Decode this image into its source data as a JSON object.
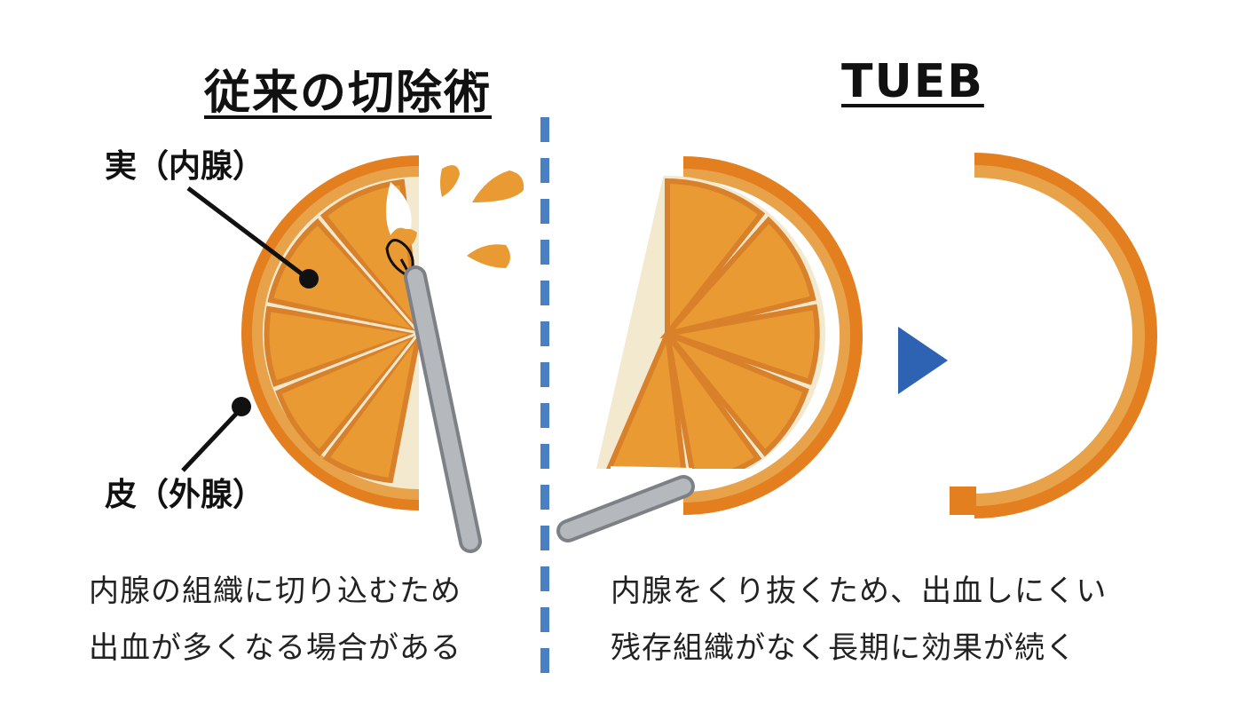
{
  "headings": {
    "left": "従来の切除術",
    "right": "TUEB"
  },
  "labels": {
    "inner": "実（内腺）",
    "outer": "皮（外腺）"
  },
  "captions": {
    "left_line1": "内腺の組織に切り込むため",
    "left_line2": "出血が多くなる場合がある",
    "right_line1": "内腺をくり抜くため、出血しにくい",
    "right_line2": "残存組織がなく長期に効果が続く"
  },
  "colors": {
    "peel_outer": "#e47f1f",
    "peel_inner": "#e8a24a",
    "pith": "#f3e9cf",
    "flesh": "#e99a33",
    "flesh_edge": "#d9802a",
    "divider": "#4a7fc1",
    "arrow": "#2e62b3",
    "instrument": "#a9acb0"
  }
}
